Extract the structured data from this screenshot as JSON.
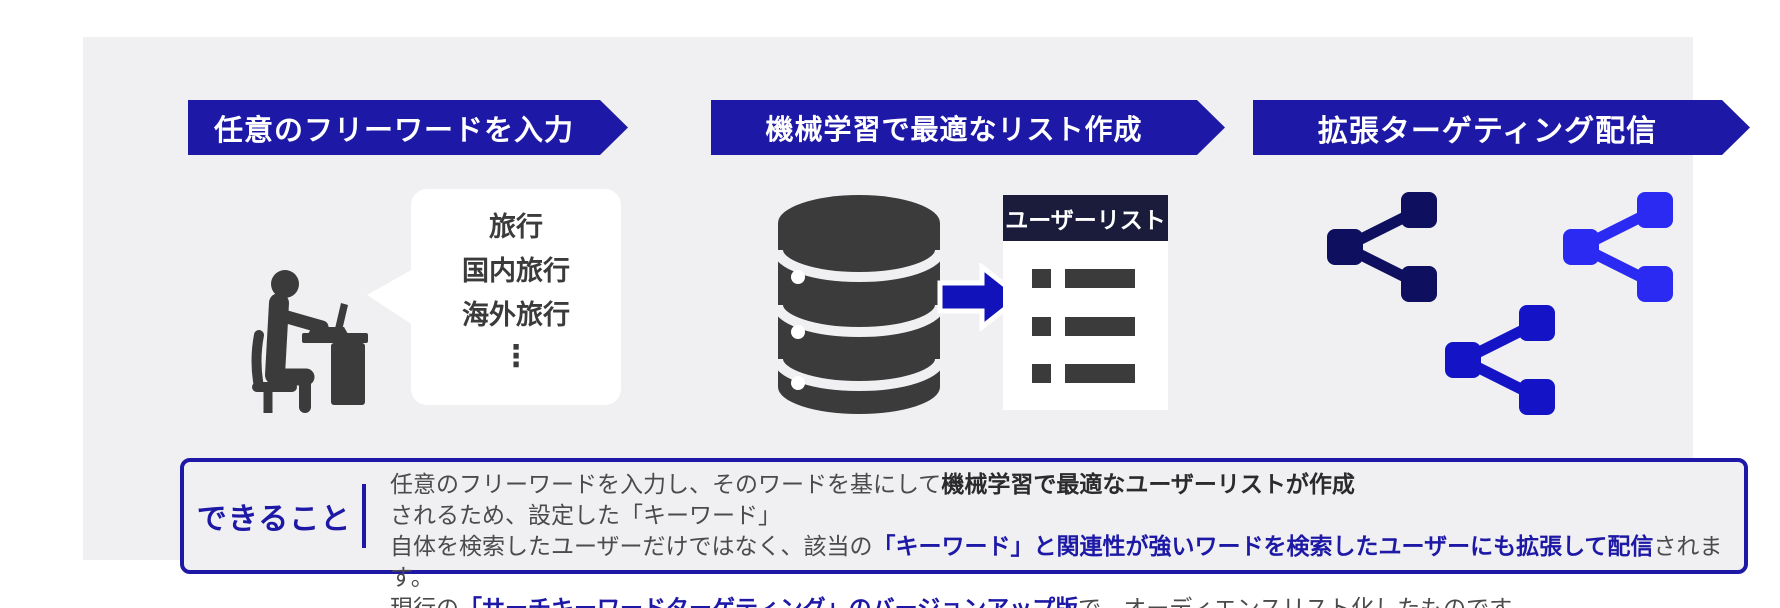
{
  "steps": [
    {
      "label": "任意のフリーワードを入力"
    },
    {
      "label": "機械学習で最適なリスト作成"
    },
    {
      "label": "拡張ターゲティング配信"
    }
  ],
  "bubble": {
    "keywords": [
      "旅行",
      "国内旅行",
      "海外旅行"
    ],
    "ellipsis": "⋮"
  },
  "user_list": {
    "title": "ユーザーリスト"
  },
  "summary": {
    "label": "できること",
    "lines": [
      {
        "pre": "任意のフリーワードを入力し、そのワードを基にして",
        "bold": "機械学習で最適なユーザーリストが作成",
        "post": "されるため、設定した「キーワード」"
      },
      {
        "pre": "自体を検索したユーザーだけではなく、該当の",
        "bold": "「キーワード」と関連性が強いワードを検索したユーザーにも拡張して配信",
        "post": "されます。"
      },
      {
        "pre": "現行の",
        "bold": "「サーチキーワードターゲティング」のバージョンアップ版",
        "post": "で、オーディエンスリスト化したものです。"
      }
    ]
  },
  "icons": {
    "person": "person-at-desk-icon",
    "speech_bubble": "speech-bubble",
    "database": "database-icon",
    "arrow": "arrow-right-icon",
    "user_list": "user-list-icon",
    "network": "network-branch-icon"
  },
  "colors": {
    "accent_blue": "#1d19a6",
    "navy_header": "#1b1b3b",
    "charcoal": "#3b3b3b",
    "panel_bg": "#f0f0f2",
    "node_dark_navy": "#0f0f60",
    "node_bright_blue": "#2a2af2",
    "node_medium_blue": "#1414c6",
    "arrow_blue": "#1212bb"
  }
}
